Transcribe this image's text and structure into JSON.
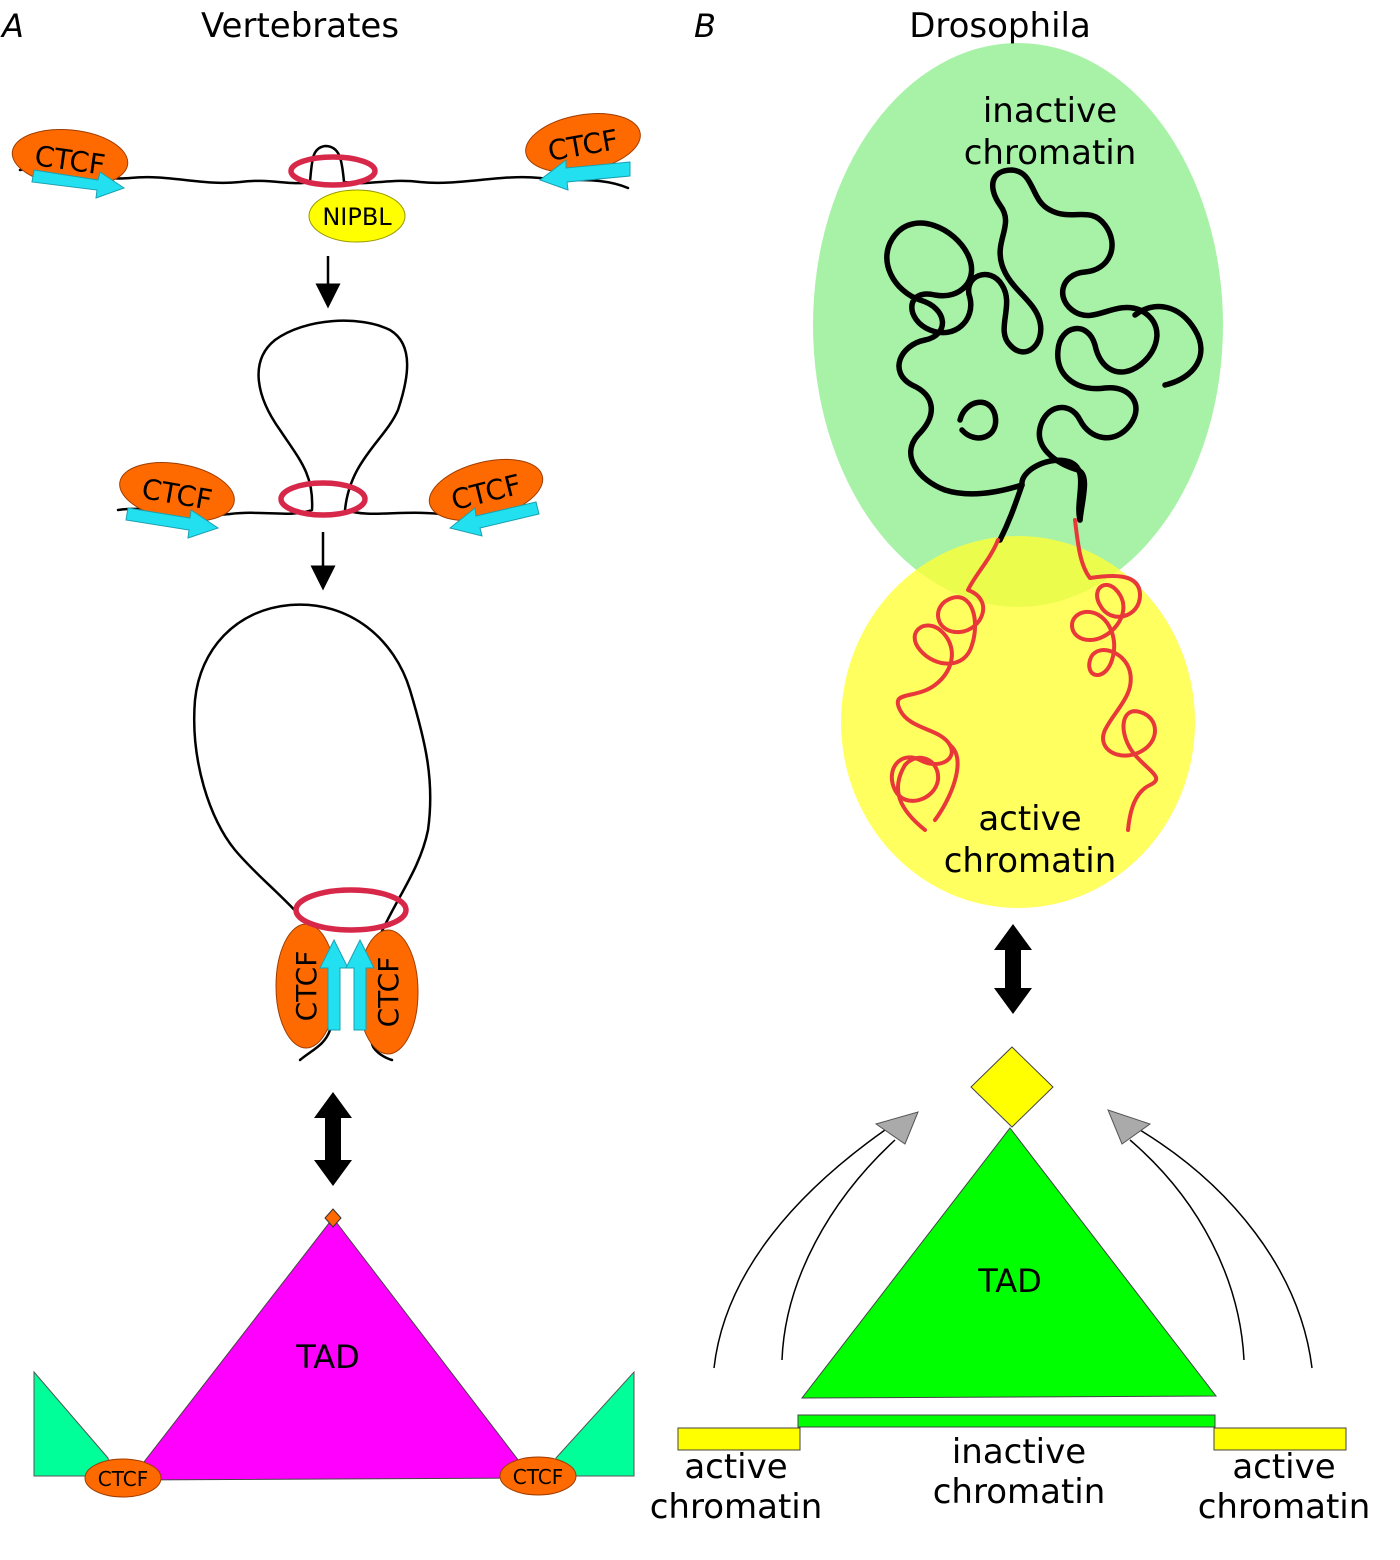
{
  "panel_a": {
    "letter": "A",
    "title": "Vertebrates",
    "ctcf_label": "CTCF",
    "nipbl_label": "NIPBL",
    "tad_label": "TAD"
  },
  "panel_b": {
    "letter": "B",
    "title": "Drosophila",
    "inactive_line1": "inactive",
    "inactive_line2": "chromatin",
    "active_line1": "active",
    "active_line2": "chromatin",
    "tad_label": "TAD",
    "bottom_left_line1": "active",
    "bottom_left_line2": "chromatin",
    "bottom_mid_line1": "inactive",
    "bottom_mid_line2": "chromatin",
    "bottom_right_line1": "active",
    "bottom_right_line2": "chromatin"
  },
  "colors": {
    "ctcf": "#ff6a00",
    "cohesin_ring": "#d8284a",
    "cyan_arrow": "#22e0f0",
    "nipbl": "#ffff00",
    "tad_vertebrate": "#ff00ff",
    "flank_vertebrate": "#00ff99",
    "inactive_cloud": "#90ee90",
    "active_cloud": "#ffff33",
    "tad_drosophila": "#00ff00",
    "active_bar": "#ffff00",
    "curved_arrow_head": "#aaaaaa"
  }
}
